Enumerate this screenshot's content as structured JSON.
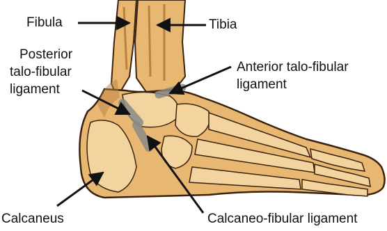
{
  "labels": {
    "fibula": "Fibula",
    "tibia": "Tibia",
    "posterior_line1": "Posterior",
    "posterior_line2": "talo-fibular",
    "posterior_line3": "ligament",
    "anterior_line1": "Anterior talo-fibular",
    "anterior_line2": "ligament",
    "calcaneus": "Calcaneus",
    "calcaneo_fibular": "Calcaneo-fibular ligament"
  },
  "colors": {
    "bone_fill": "#e8b772",
    "bone_light": "#f3d39e",
    "bone_shadow": "#b9823f",
    "outline": "#3a220c",
    "ligament": "#8a8a86",
    "arrow": "#111111"
  }
}
